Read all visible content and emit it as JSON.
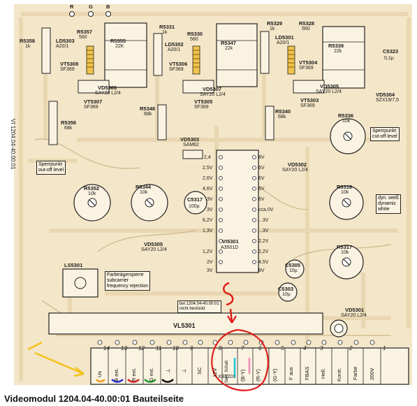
{
  "caption": "Videomodul  1204.04-40.00:01  Bauteilseite",
  "top_inputs": [
    "R",
    "G",
    "B"
  ],
  "side_text": "VI 1204.04-40.00:01",
  "components": {
    "r5358": "R5358",
    "r5358v": "1k",
    "r5357": "R5357",
    "r5357v": "560",
    "r5355": "R5355",
    "r5355v": "22K",
    "ld5303": "LD5303",
    "ld5303t": "A20/1",
    "r5331": "R5331",
    "r5331v": "1k",
    "r5330": "R5330",
    "r5330v": "560",
    "r5347": "R5347",
    "r5347v": "22k",
    "ld5302": "LD5302",
    "ld5302t": "A20/1",
    "r5329": "R5329",
    "r5329v": "1k",
    "r5328": "R5328",
    "r5328v": "560",
    "r5339": "R5339",
    "r5339v": "22k",
    "ld5301": "LD5301",
    "ld5301t": "A20/1",
    "c5323": "C5323",
    "c5323v": "0,1µ",
    "vt5308": "VT5308",
    "vt5308t": "SF369",
    "vt5306": "VT5306",
    "vt5306t": "SF369",
    "vt5304": "VT5304",
    "vt5304t": "SF369",
    "vd5306": "VD5306",
    "vd5306t": "SAY20 L2/4",
    "vd5307": "VD5307",
    "vd5307t": "SAY20 L2/4",
    "vd5305": "VD5305",
    "vd5305t": "SAY20 L2/4",
    "vt5307": "VT5307",
    "vt5307t": "SF369",
    "vt5305": "VT5305",
    "vt5305t": "SF369",
    "vt5303": "VT5303",
    "vt5303t": "SF369",
    "vd5304": "VD5304",
    "vd5304t": "SZX19/7,5",
    "r5356": "R5356",
    "r5356v": "68k",
    "r5348": "R5348",
    "r5348v": "68k",
    "r5340": "R5340",
    "r5340v": "68k",
    "r5336": "R5336",
    "r5336v": "10k",
    "vd5303": "VD5303",
    "vd5303t": "SAM62",
    "vd5302": "VD5302",
    "vd5302t": "SAY20 L2/4",
    "r5352": "R5352",
    "r5352v": "10k",
    "r5344": "R5344",
    "r5344v": "10k",
    "r5318": "R5318",
    "r5318v": "10k",
    "r5317": "R5317",
    "r5317v": "10k",
    "c5317": "C5317",
    "c5317v": "100µ",
    "vi5301": "VI5301",
    "vi5301t": "A3501D",
    "vd5305b": "VD5305",
    "vd5305bt": "SAY20 L2/4",
    "ls5301": "LS5301",
    "c5305": "C5305",
    "c5305v": "10µ",
    "c5303": "C5303",
    "c5303v": "10µ",
    "vl5301": "VL5301",
    "vd5301": "VD5301",
    "vd5301t": "SAY20 L2/4"
  },
  "notes": {
    "cutoff_right": [
      "Sperrpunkt",
      "cut-off level"
    ],
    "cutoff_left": [
      "Sperrpunkt",
      "out-off level"
    ],
    "dyn_white": [
      "dyn. weiß",
      "dynamic",
      "white"
    ],
    "subcarrier": [
      "Farbträgersperre",
      "subcarrier",
      "frequency rejection"
    ],
    "nicht_bestueckt": [
      "bei 1204.04-40.00:01",
      "nicht bestückt"
    ]
  },
  "pin_numbers": [
    "14",
    "13",
    "12",
    "11",
    "10",
    "9",
    "8",
    "7",
    "6",
    "5",
    "4",
    "3",
    "2",
    "1"
  ],
  "pins": [
    "Us",
    "B ext.",
    "R ext.",
    "G ext.",
    "⊥",
    "⊥",
    "SC",
    "12V",
    "Serv. Schalt.",
    "(B-Y)",
    "(R-Y)",
    "(G-Y)",
    "F aus",
    "FBAS",
    "Hell.",
    "Kontr.",
    "Farbe",
    "200V"
  ],
  "connector": "XB5201",
  "pin_colors": [
    "#f39a1c",
    "#2b35d8",
    "#d92424",
    "#1f9b2e",
    "#111111"
  ],
  "annotation_number": "2",
  "ics": {
    "ic_left_pins": [
      "2,4",
      "2,5V",
      "2,6V",
      "4,6V",
      "3V",
      "3V",
      "6,2V",
      "1,3V",
      "1,2V",
      "2V",
      "3V"
    ],
    "ic_right_pins": [
      "8V",
      "6V",
      "6V",
      "6V",
      "6V",
      "cca.0V",
      "...3V",
      "...3V",
      "2,2V",
      "2,2V",
      "4,5V",
      "8V"
    ]
  }
}
